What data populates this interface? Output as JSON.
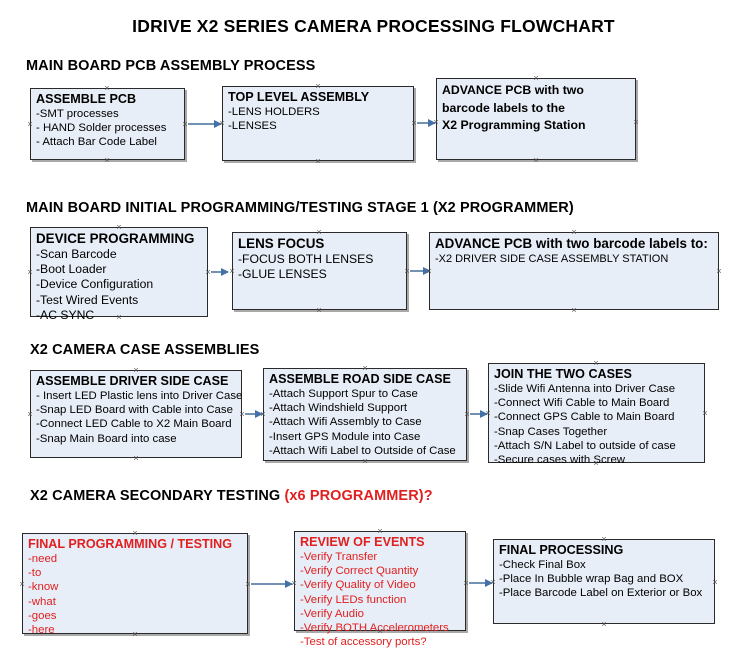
{
  "title": "IDRIVE X2  SERIES CAMERA PROCESSING FLOWCHART",
  "colors": {
    "box_fill": "#e8eef7",
    "box_border": "#2a2a2a",
    "box_shadow": "#a9a9a9",
    "arrow": "#7191b5",
    "arrow_head": "#4472a8",
    "text": "#000000",
    "accent_red": "#e02020"
  },
  "sections": [
    {
      "heading": "MAIN BOARD PCB ASSEMBLY PROCESS",
      "heading_accent": "",
      "boxes": [
        {
          "header": "ASSEMBLE PCB",
          "items": [
            "-SMT processes",
            "- HAND Solder processes",
            "- Attach Bar Code Label"
          ]
        },
        {
          "header": "TOP LEVEL ASSEMBLY",
          "items": [
            "-LENS HOLDERS",
            "-LENSES"
          ]
        },
        {
          "header": "ADVANCE PCB with two",
          "items": [
            "barcode labels to the",
            " X2 Programming Station"
          ]
        }
      ]
    },
    {
      "heading": "MAIN BOARD INITIAL PROGRAMMING/TESTING STAGE 1 (X2 PROGRAMMER)",
      "heading_accent": "",
      "boxes": [
        {
          "header": "DEVICE PROGRAMMING",
          "items": [
            "-Scan Barcode",
            "-Boot Loader",
            "-Device Configuration",
            "-Test Wired Events",
            "-AC SYNC"
          ]
        },
        {
          "header": "LENS FOCUS",
          "items": [
            "-FOCUS BOTH LENSES",
            "-GLUE LENSES"
          ]
        },
        {
          "header": "ADVANCE PCB with two barcode labels to:",
          "items": [
            "-X2 DRIVER  SIDE  CASE  ASSEMBLY STATION"
          ]
        }
      ]
    },
    {
      "heading": "X2 CAMERA CASE ASSEMBLIES",
      "heading_accent": "",
      "boxes": [
        {
          "header": "ASSEMBLE DRIVER SIDE CASE",
          "items": [
            "- Insert LED Plastic lens into Driver Case",
            "-Snap LED Board with Cable into Case",
            "-Connect LED Cable to X2 Main Board",
            "-Snap Main Board into case"
          ]
        },
        {
          "header": "ASSEMBLE ROAD SIDE CASE",
          "items": [
            "-Attach Support Spur to Case",
            "-Attach Windshield Support",
            "-Attach Wifi Assembly to Case",
            "-Insert GPS Module into Case",
            "-Attach Wifi Label to Outside of Case"
          ]
        },
        {
          "header": "JOIN THE TWO CASES",
          "items": [
            "-Slide Wifi Antenna into Driver Case",
            "-Connect Wifi Cable to Main Board",
            "-Connect GPS Cable to Main Board",
            "-Snap Cases Together",
            "-Attach S/N Label to outside of case",
            "-Secure cases with Screw"
          ]
        }
      ]
    },
    {
      "heading": "X2 CAMERA SECONDARY TESTING ",
      "heading_accent": "(x6 PROGRAMMER)?",
      "boxes": [
        {
          "header": "FINAL PROGRAMMING / TESTING",
          "items": [
            "-need",
            "-to",
            "-know",
            "-what",
            "-goes",
            "-here"
          ]
        },
        {
          "header": "REVIEW OF EVENTS",
          "items": [
            "-Verify Transfer",
            "-Verify Correct Quantity",
            "-Verify Quality of Video",
            "-Verify LEDs function",
            "-Verify Audio",
            "-Verify BOTH Accelerometers",
            "-Test of accessory ports?"
          ]
        },
        {
          "header": "FINAL PROCESSING",
          "items": [
            " -Check Final Box",
            "-Place In Bubble wrap Bag and BOX",
            "-Place Barcode Label on Exterior or Box"
          ]
        }
      ]
    }
  ]
}
